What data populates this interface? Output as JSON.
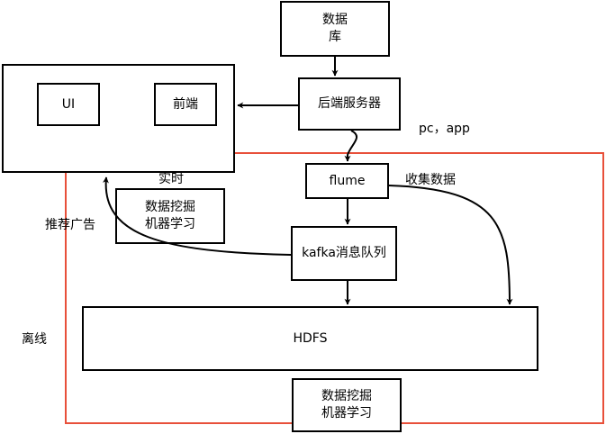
{
  "nodes": {
    "database": [
      "数据",
      "库"
    ],
    "ui": "UI",
    "frontend": "前端",
    "backend": "后端服务器",
    "flume": "flume",
    "kafka": "kafka消息队列",
    "mining_realtime": [
      "数据挖掘",
      "机器学习"
    ],
    "hdfs": "HDFS",
    "mining_offline": [
      "数据挖掘",
      "机器学习"
    ]
  },
  "labels": {
    "pc_app": "pc，app",
    "collect": "收集数据",
    "realtime": "实时",
    "recommend_ads": "推荐广告",
    "offline": "离线"
  },
  "colors": {
    "stroke": "#000000",
    "offline_frame": "#e8503a"
  }
}
